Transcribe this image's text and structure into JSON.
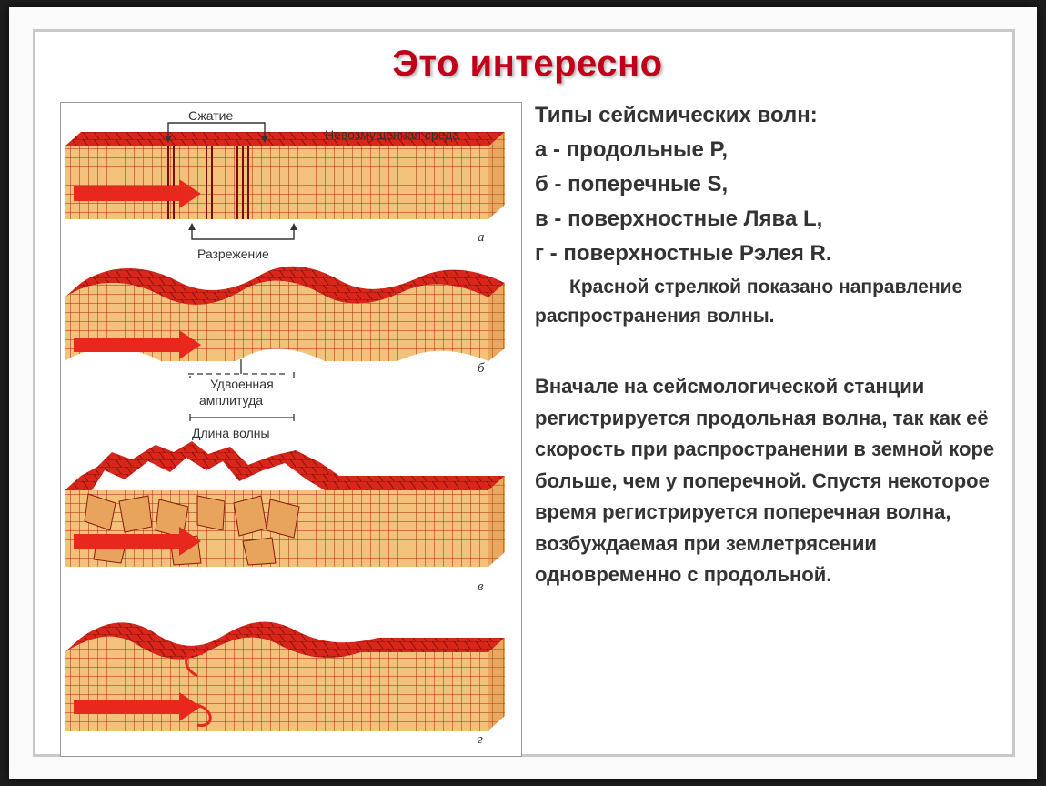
{
  "title": "Это интересно",
  "figure": {
    "label_compression": "Сжатие",
    "label_undisturbed": "Невозмущенная среда",
    "label_rarefaction": "Разрежение",
    "label_double_amplitude_1": "Удвоенная",
    "label_double_amplitude_2": "амплитуда",
    "label_wavelength": "Длина волны",
    "panel_letters": [
      "а",
      "б",
      "в",
      "г"
    ],
    "colors": {
      "top": "#d8261a",
      "body": "#f2c27a",
      "grid": "#b02010",
      "arrow": "#e8281c"
    }
  },
  "text": {
    "types_heading": "Типы сейсмических волн:",
    "type_a": "а - продольные P,",
    "type_b": "б - поперечные S,",
    "type_c": "в - поверхностные Лява L,",
    "type_d": "г - поверхностные Рэлея R.",
    "arrow_note": "Красной стрелкой показано направление распространения волны.",
    "paragraph": "Вначале на сейсмологической станции регистрируется продольная волна, так как её скорость при распространении в земной коре больше, чем у поперечной. Спустя некоторое время регистрируется поперечная волна, возбуждаемая при землетрясении одновременно с продольной."
  }
}
